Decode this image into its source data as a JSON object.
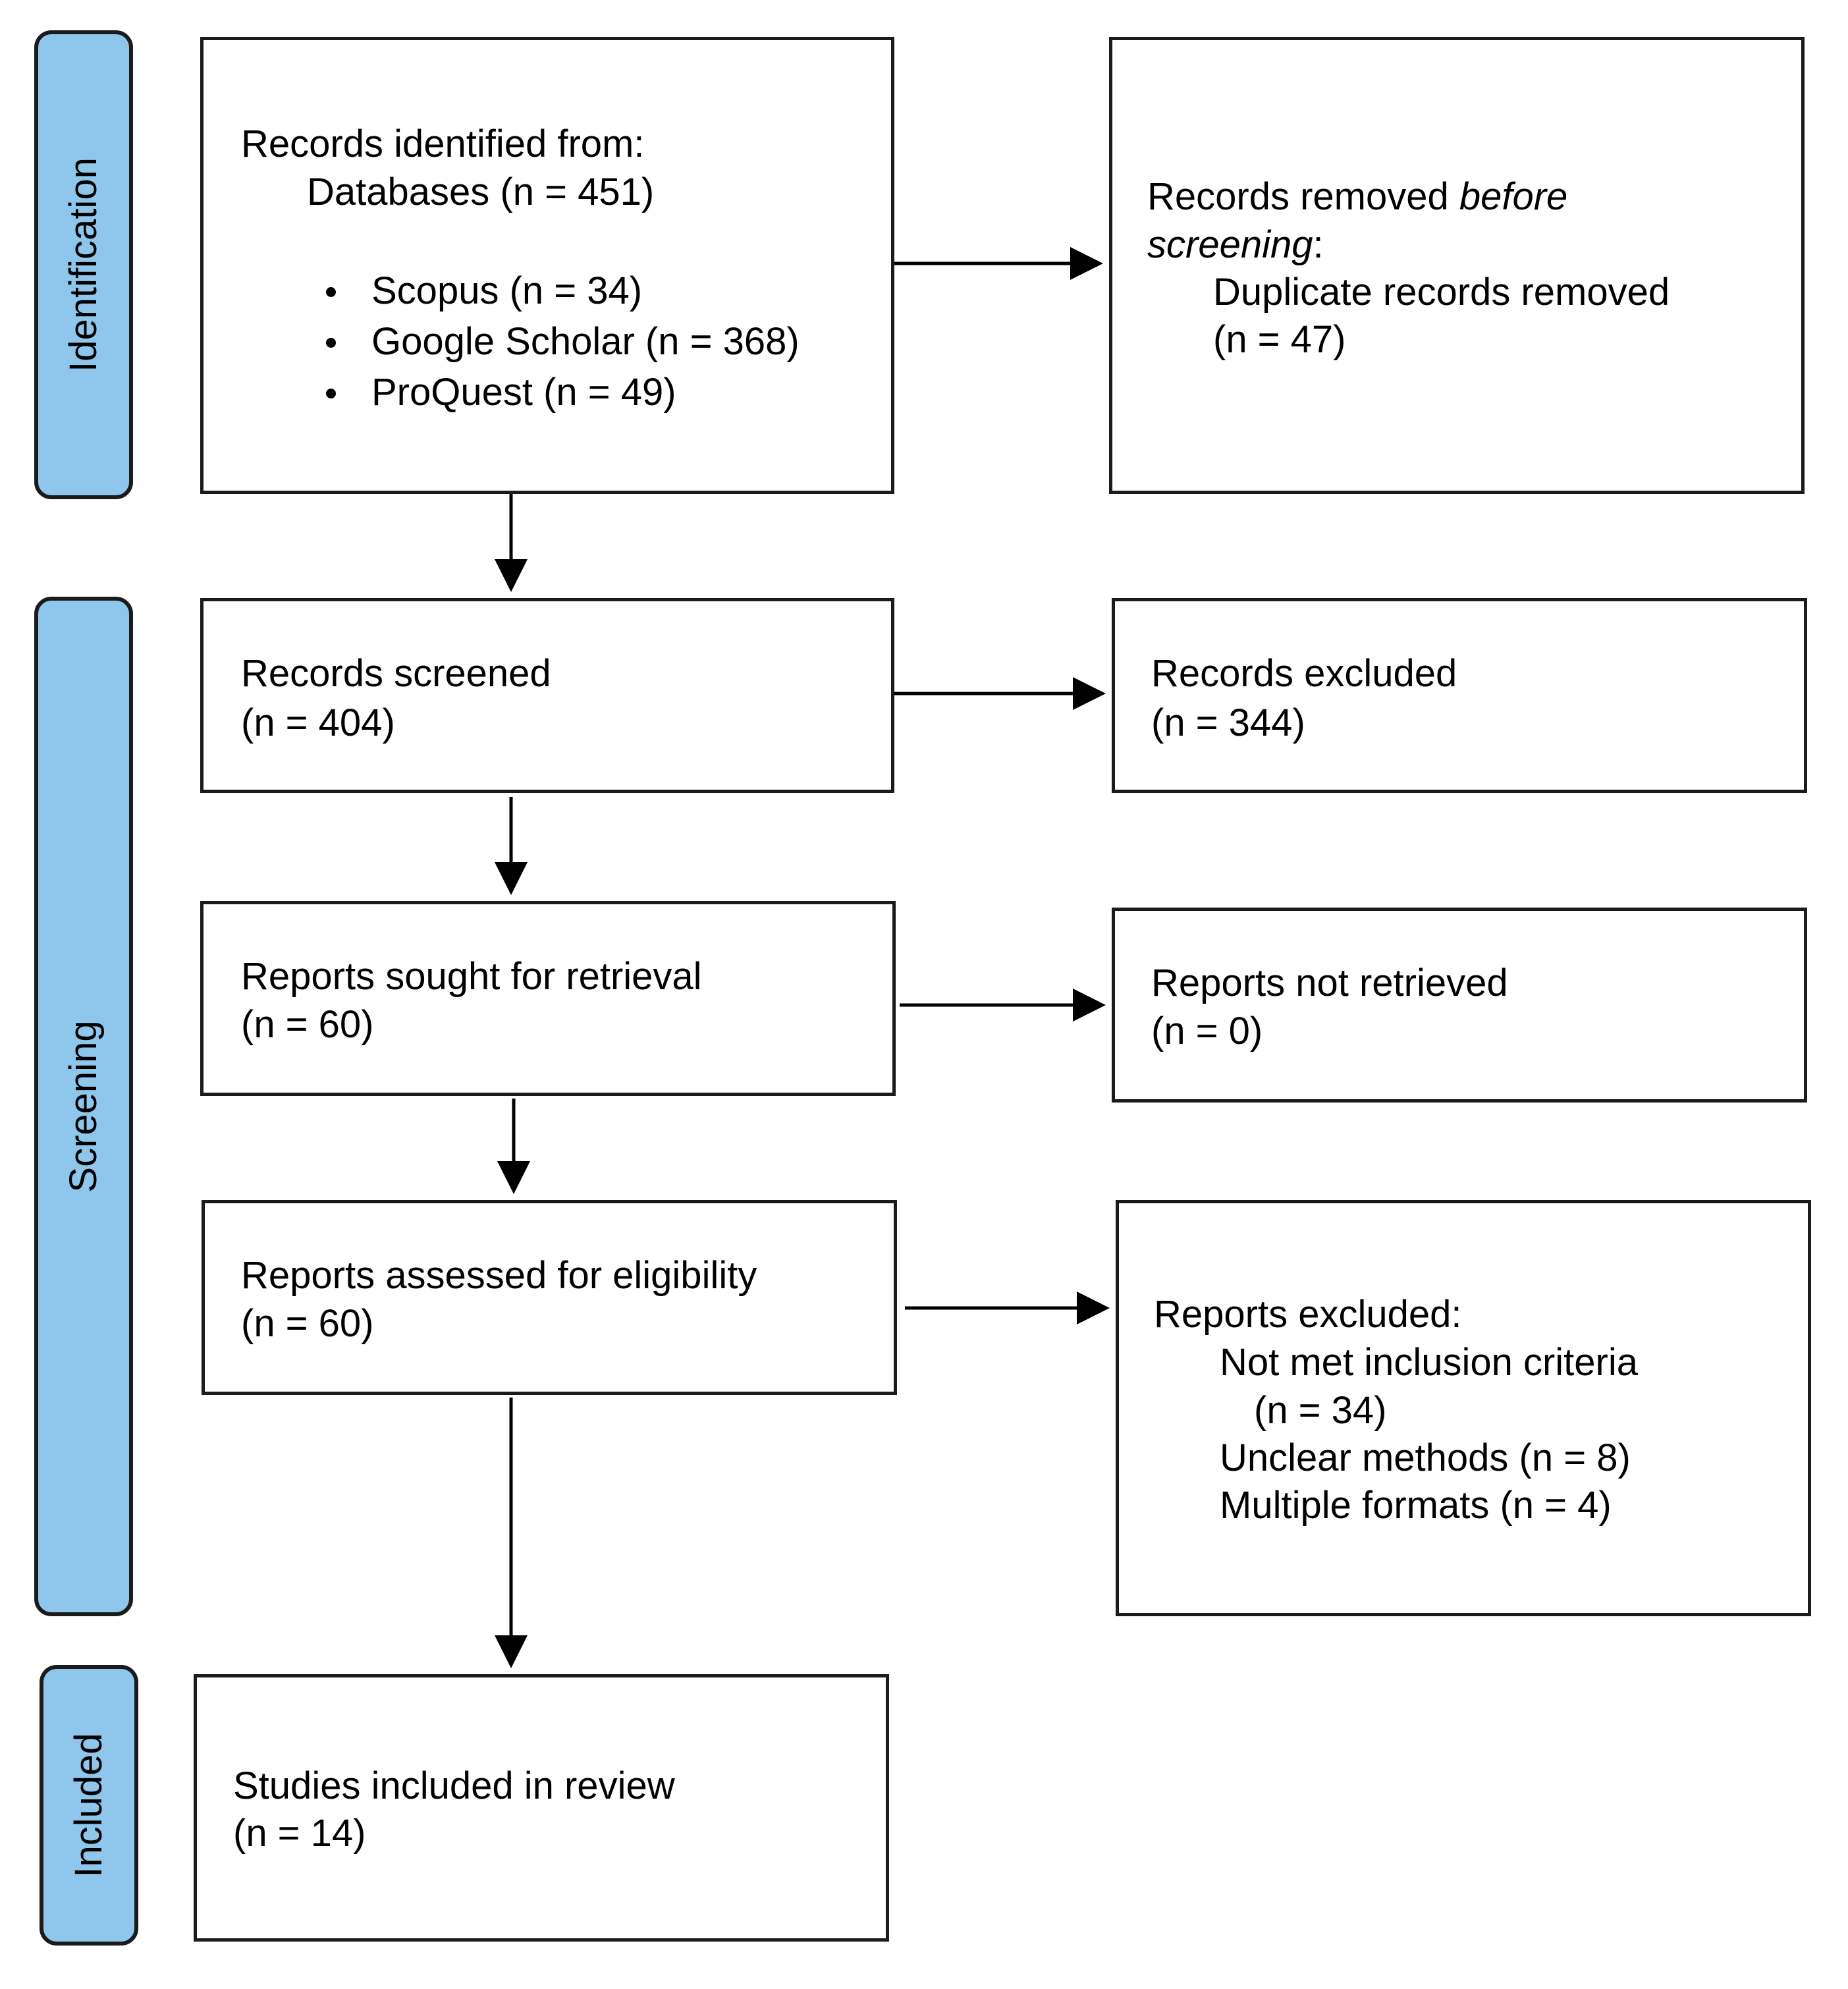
{
  "phases": {
    "identification": "Identification",
    "screening": "Screening",
    "included": "Included"
  },
  "identification_box": {
    "heading": "Records identified from:",
    "databases": "Databases (n = 451)",
    "sources": [
      "Scopus (n = 34)",
      "Google Scholar (n = 368)",
      "ProQuest (n = 49)"
    ]
  },
  "removed_box": {
    "prefix": "Records removed ",
    "italic1": "before",
    "italic2": "screening",
    "colon": ":",
    "line3": "Duplicate records removed",
    "line4": "(n = 47)"
  },
  "screened_box": {
    "line1": "Records screened",
    "line2": "(n = 404)"
  },
  "excluded_box": {
    "line1": "Records excluded",
    "line2": "(n = 344)"
  },
  "sought_box": {
    "line1": "Reports sought for retrieval",
    "line2": "(n = 60)"
  },
  "not_retrieved_box": {
    "line1": "Reports not retrieved",
    "line2": "(n = 0)"
  },
  "assessed_box": {
    "line1": "Reports assessed for eligibility",
    "line2": "(n = 60)"
  },
  "reports_excluded_box": {
    "heading": "Reports excluded:",
    "line2": "Not met inclusion criteria",
    "line3": "(n = 34)",
    "line4": "Unclear methods (n = 8)",
    "line5": "Multiple formats (n = 4)"
  },
  "included_box": {
    "line1": "Studies included in review",
    "line2": "(n = 14)"
  }
}
